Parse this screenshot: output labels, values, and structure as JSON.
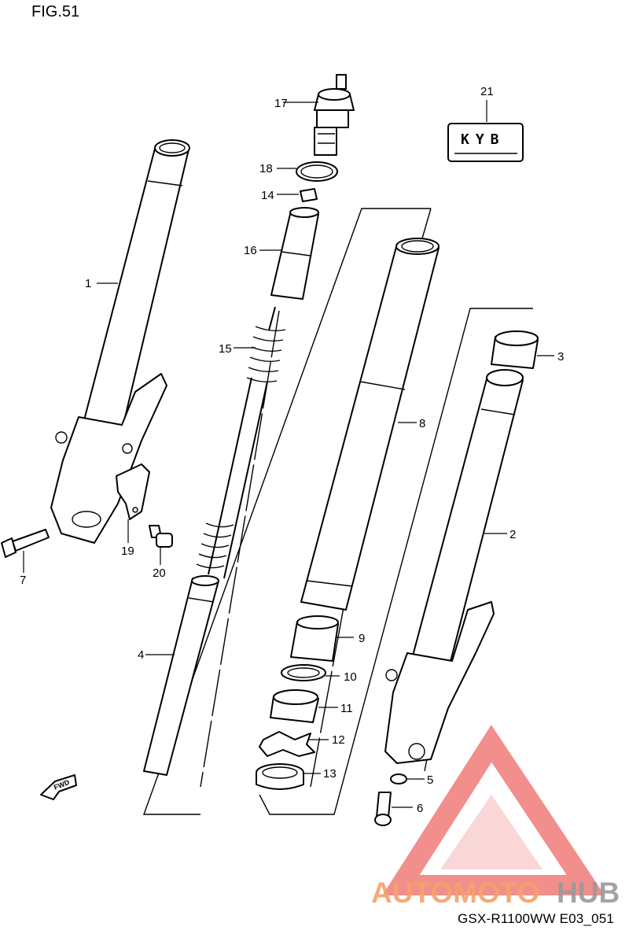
{
  "figure_title": "FIG.51",
  "footer_code": "GSX-R1100WW  E03_051",
  "watermark": {
    "word_orange": "AUTOMOTO",
    "word_gray": "HUB",
    "color_orange": "#f4a26b",
    "color_gray": "#9a9a9a",
    "logo_color": "#f07b78"
  },
  "callouts": {
    "p1": "1",
    "p2": "2",
    "p3": "3",
    "p4": "4",
    "p5": "5",
    "p6": "6",
    "p7": "7",
    "p8": "8",
    "p9": "9",
    "p10": "10",
    "p11": "11",
    "p12": "12",
    "p13": "13",
    "p14": "14",
    "p15": "15",
    "p16": "16",
    "p17": "17",
    "p18": "18",
    "p19": "19",
    "p20": "20",
    "p21": "21"
  },
  "fwd_label": "FWD",
  "decal_text": "KYB"
}
